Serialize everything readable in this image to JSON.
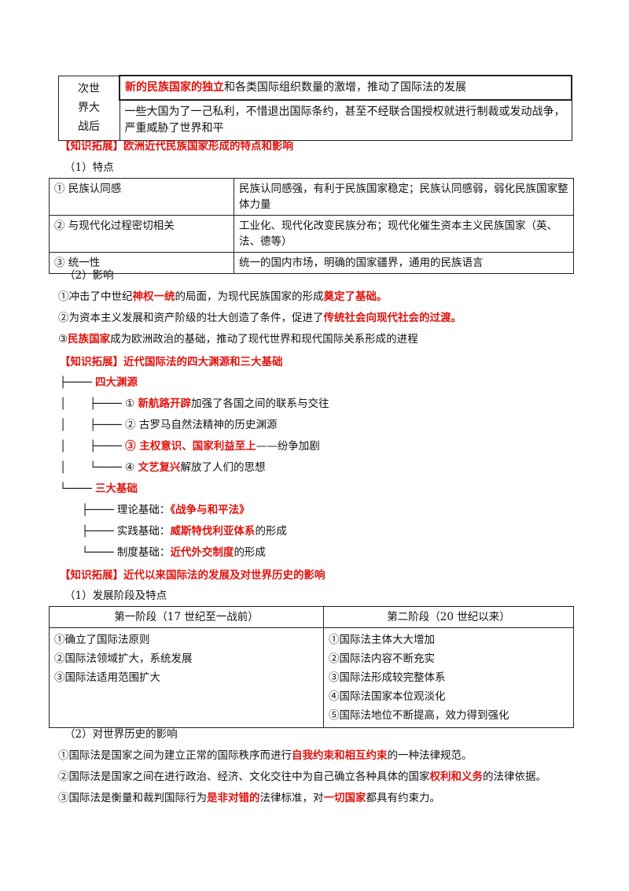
{
  "top_table": {
    "row_label": "次世\n界大\n战后",
    "row1_red": "新的民族国家的独立",
    "row1_rest": "和各类国际组织数量的激增，推动了国际法的发展",
    "row2": "一些大国为了一己私利，不惜退出国际条约，甚至不经联合国授权就进行制裁或发动战争，严重威胁了世界和平"
  },
  "section1": {
    "heading": "【知识拓展】欧洲近代民族国家形成的特点和影响",
    "sub1": "（1）特点",
    "features": [
      {
        "key": "① 民族认同感",
        "value": "民族认同感强，有利于民族国家稳定；民族认同感弱，弱化民族国家整体力量"
      },
      {
        "key": "② 与现代化过程密切相关",
        "value": "工业化、现代化改变民族分布；现代化催生资本主义民族国家（英、法、德等）"
      },
      {
        "key": "③ 统一性",
        "value": "统一的国内市场，明确的国家疆界，通用的民族语言"
      }
    ],
    "sub2": "（2）影响",
    "impact1": {
      "a": "①冲击了中世纪",
      "b": "神权一统",
      "c": "的局面，为现代民族国家的形成",
      "d": "奠定了基础。"
    },
    "impact2": {
      "a": "②为资本主义发展和资产阶级的壮大创造了条件，促进了",
      "b": "传统社会向现代社会的过渡。"
    },
    "impact3": {
      "a": "③",
      "b": "民族国家",
      "c": "成为欧洲政治的基础，推动了现代世界和现代国际关系形成的进程"
    }
  },
  "section2": {
    "heading": "【知识拓展】近代国际法的四大渊源和三大基础",
    "branch1": "四大渊源",
    "source1": {
      "prefix": "├──── ① ",
      "red": "新航路开辟",
      "rest": "加强了各国之间的联系与交往"
    },
    "source2": {
      "prefix": "├──── ② ",
      "rest": "古罗马自然法精神的历史渊源"
    },
    "source3": {
      "prefix": "├──── ",
      "red": "③ 主权意识、国家利益至上",
      "rest": "——纷争加剧"
    },
    "source4": {
      "prefix": "└──── ④ ",
      "red": "文艺复兴",
      "rest": "解放了人们的思想"
    },
    "branch2": "三大基础",
    "base1": {
      "prefix": "├──── 理论基础：",
      "red": "《战争与和平法》",
      "rest": ""
    },
    "base2": {
      "prefix": "├──── 实践基础：",
      "red": "威斯特伐利亚体系",
      "rest": "的形成"
    },
    "base3": {
      "prefix": "└──── 制度基础：",
      "red": "近代外交制度",
      "rest": "的形成"
    }
  },
  "section3": {
    "heading": "【知识拓展】近代以来国际法的发展及对世界历史的影响",
    "sub1": "（1）发展阶段及特点",
    "col1_header": "第一阶段（17 世纪至一战前）",
    "col2_header": "第二阶段（20 世纪以来）",
    "col1_items": [
      "①确立了国际法原则",
      "②国际法领域扩大，系统发展",
      "③国际法适用范围扩大"
    ],
    "col2_items": [
      "①国际法主体大大增加",
      "②国际法内容不断充实",
      "③国际法形成较完整体系",
      "④国际法国家本位观淡化",
      "⑤国际法地位不断提高，效力得到强化"
    ],
    "sub2": "（2）对世界历史的影响",
    "effect1": {
      "a": "①国际法是国家之间为建立正常的国际秩序而进行",
      "b": "自我约束和相互约束",
      "c": "的一种法律规范。"
    },
    "effect2": {
      "a": "②国际法是国家之间在进行政治、经济、文化交往中为自己确立各种具体的国家",
      "b": "权利和义务",
      "c": "的法律依据。"
    },
    "effect3": {
      "a": "③国际法是衡量和裁判国际行为",
      "b": "是非对错的",
      "c": "法律标准，对",
      "d": "一切国家",
      "e": "都具有约束力。"
    }
  }
}
